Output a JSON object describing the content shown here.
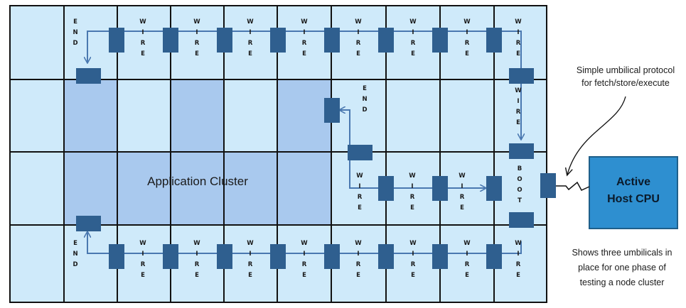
{
  "vertical_labels": {
    "end": "END",
    "wire": "WIRE",
    "boot": "BOOT"
  },
  "cluster_label": "Application Cluster",
  "host": {
    "line1": "Active",
    "line2": "Host CPU"
  },
  "notes": {
    "top": [
      "Simple umbilical protocol",
      "for fetch/store/execute"
    ],
    "bottom": [
      "Shows three umbilicals in",
      "place for one phase of",
      "testing a node cluster"
    ]
  },
  "colors": {
    "grid_fill": "#cfeafa",
    "cluster_fill": "#a9c9ee",
    "grid_line": "#111111",
    "node": "#2f5f8f",
    "wire": "#4a78b0",
    "host": "#2e8fd0",
    "host_border": "#1f5f8a"
  }
}
